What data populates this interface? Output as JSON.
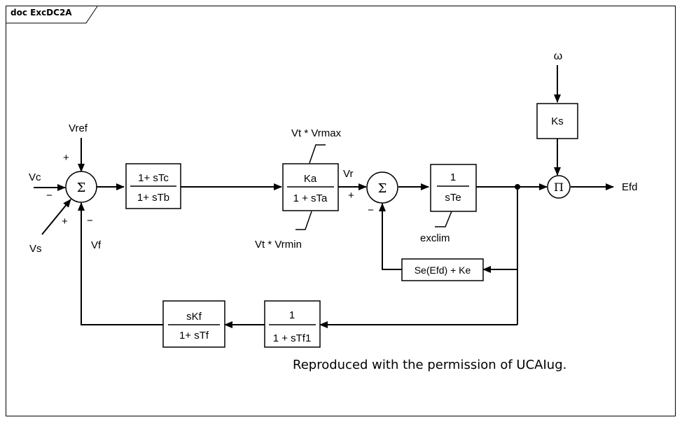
{
  "frame": {
    "tab_label": "doc ExcDC2A"
  },
  "signals": {
    "vc": "Vc",
    "vref": "Vref",
    "vs": "Vs",
    "vf": "Vf",
    "vr": "Vr",
    "omega": "ω",
    "efd": "Efd",
    "vrmax": "Vt * Vrmax",
    "vrmin": "Vt * Vrmin",
    "exclim": "exclim"
  },
  "signs": {
    "plus_vref": "+",
    "minus_vc": "−",
    "plus_vs": "+",
    "minus_vf": "−",
    "plus_vr": "+",
    "minus_fb": "−"
  },
  "summers": {
    "sum1": "Σ",
    "sum2": "Σ",
    "product": "Π"
  },
  "blocks": {
    "lead_lag": {
      "num": "1+ sTc",
      "den": "1+ sTb"
    },
    "amplifier": {
      "num": "Ka",
      "den": "1 + sTa"
    },
    "exciter": {
      "num": "1",
      "den": "sTe"
    },
    "ks": {
      "label": "Ks"
    },
    "saturation": {
      "label": "Se(Efd) + Ke"
    },
    "filter": {
      "num": "1",
      "den": "1 + sTf1"
    },
    "rate_feedback": {
      "num": "sKf",
      "den": "1+ sTf"
    }
  },
  "credit": "Reproduced with the permission of UCAIug."
}
